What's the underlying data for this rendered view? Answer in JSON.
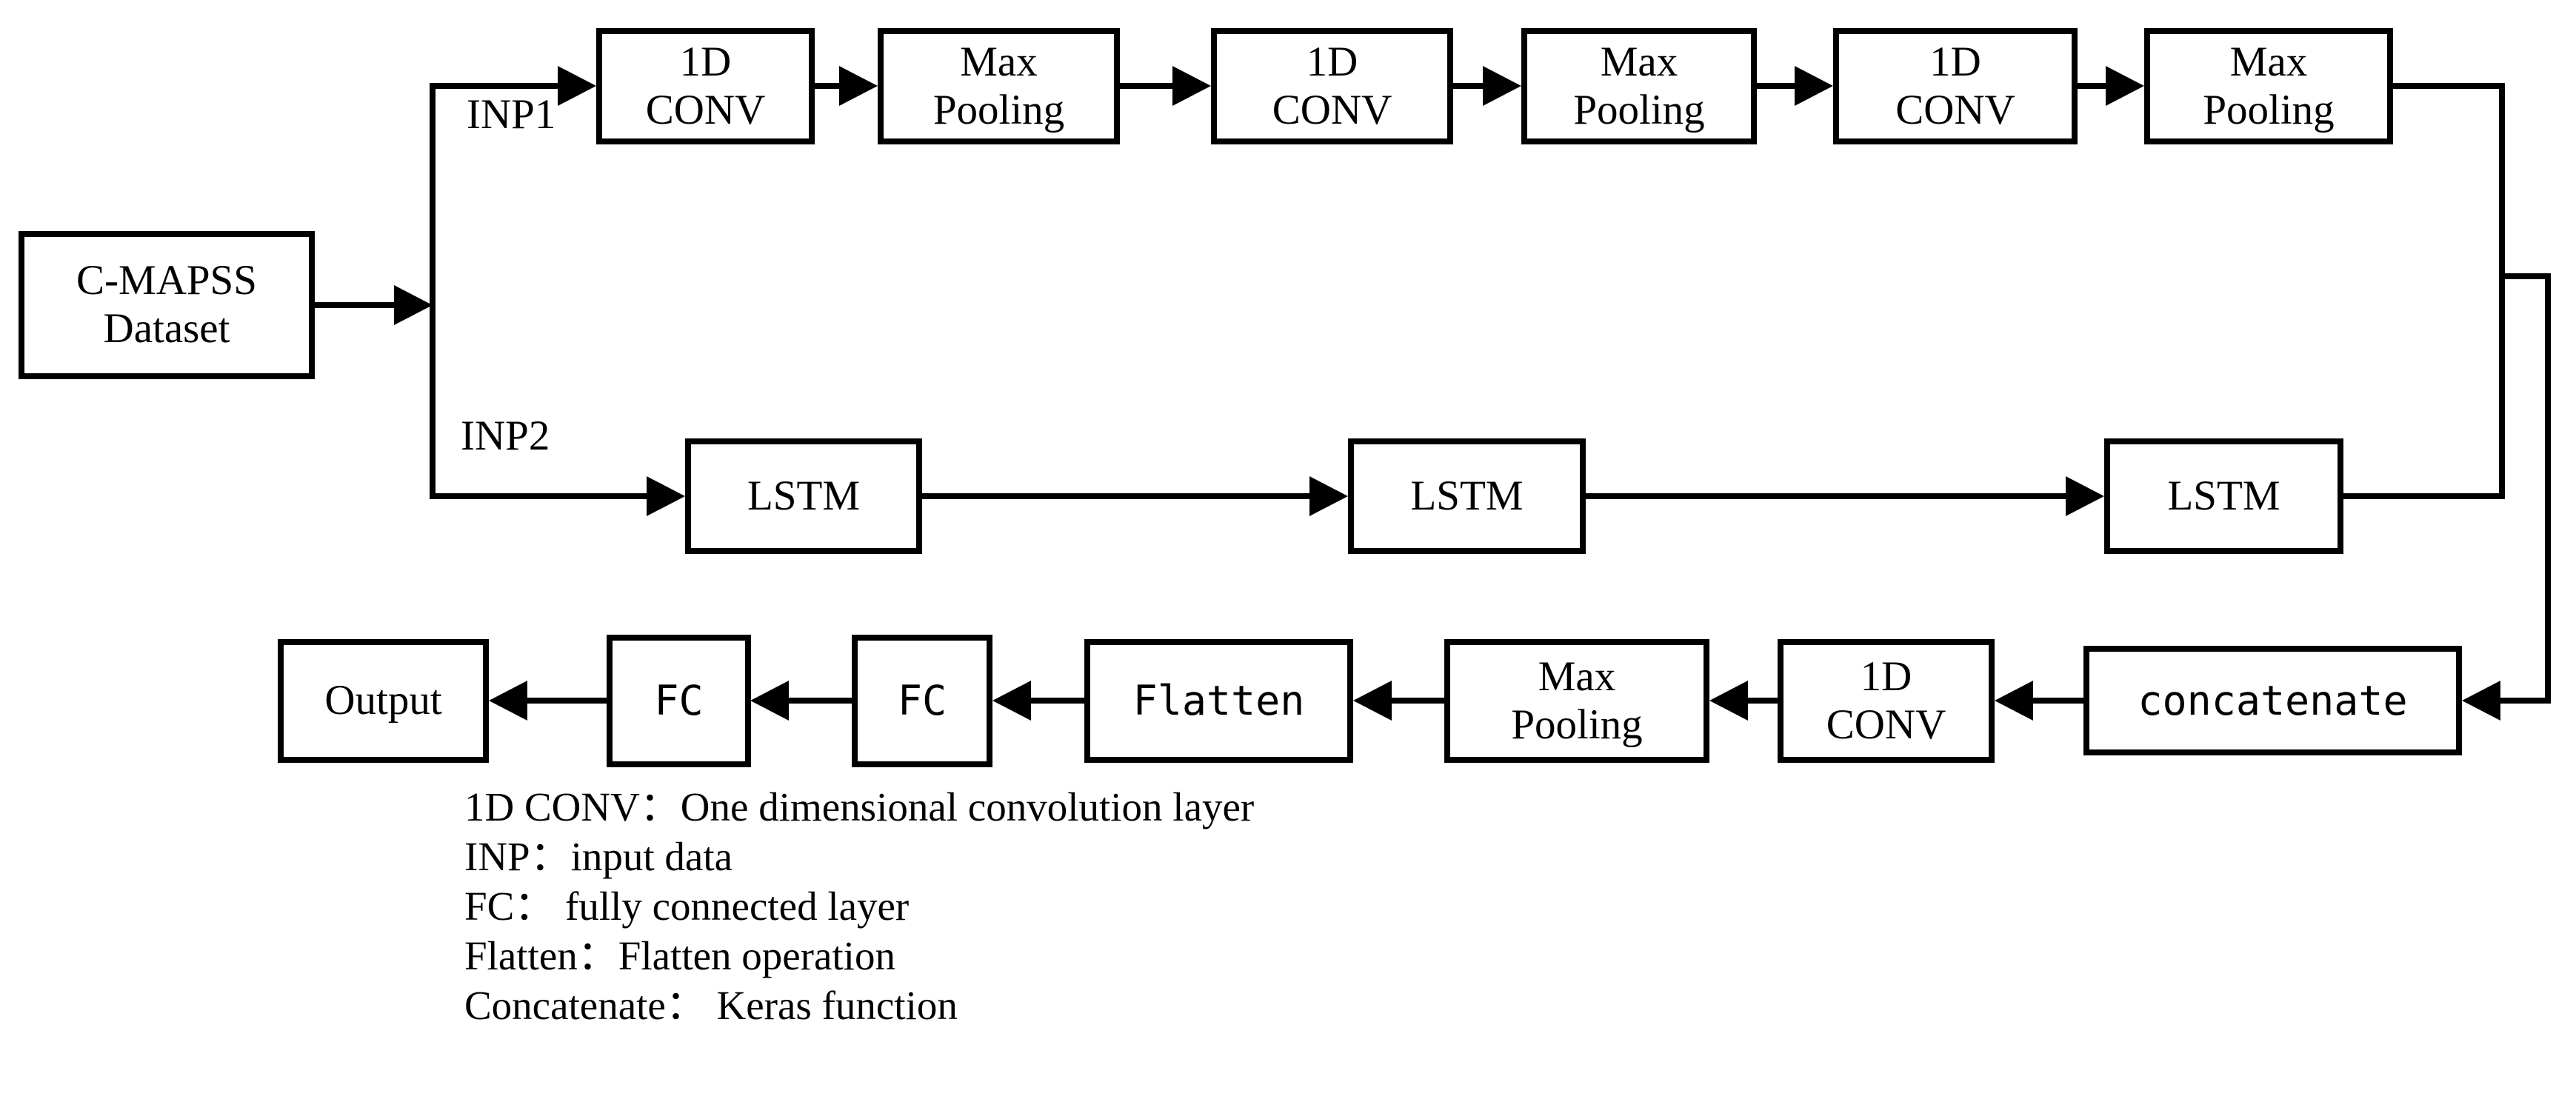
{
  "colors": {
    "background": "#ffffff",
    "line": "#000000",
    "text": "#000000"
  },
  "nodes": {
    "dataset": {
      "label": "C-MAPSS\nDataset"
    },
    "conv1": {
      "label": "1D\nCONV"
    },
    "pool1": {
      "label": "Max\nPooling"
    },
    "conv2": {
      "label": "1D\nCONV"
    },
    "pool2": {
      "label": "Max\nPooling"
    },
    "conv3": {
      "label": "1D\nCONV"
    },
    "pool3": {
      "label": "Max\nPooling"
    },
    "lstm1": {
      "label": "LSTM"
    },
    "lstm2": {
      "label": "LSTM"
    },
    "lstm3": {
      "label": "LSTM"
    },
    "concat": {
      "label": "concatenate"
    },
    "conv4": {
      "label": "1D\nCONV"
    },
    "pool4": {
      "label": "Max\nPooling"
    },
    "flatten": {
      "label": "Flatten"
    },
    "fc2": {
      "label": "FC"
    },
    "fc1": {
      "label": "FC"
    },
    "output": {
      "label": "Output"
    }
  },
  "edge_labels": {
    "inp1": "INP1",
    "inp2": "INP2"
  },
  "legend": {
    "lines": [
      "1D CONV：One dimensional convolution layer",
      "INP：input data",
      "FC：  fully connected layer",
      "Flatten：Flatten operation",
      "Concatenate：  Keras function"
    ]
  }
}
